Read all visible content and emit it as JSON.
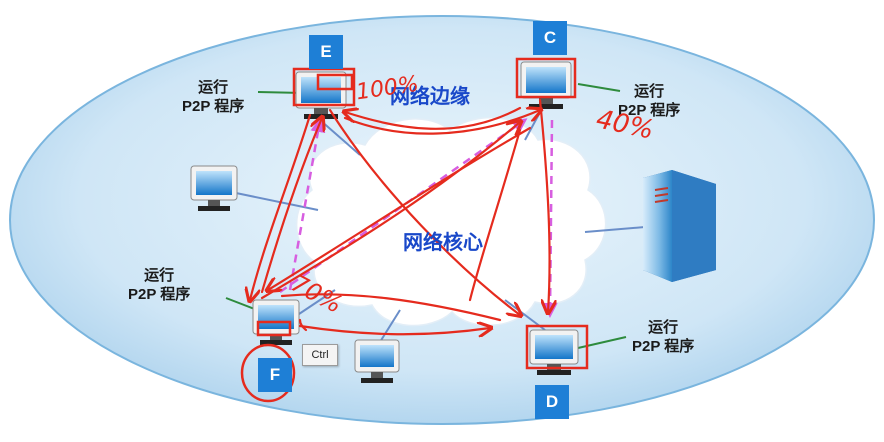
{
  "labels": {
    "run_line1": "运行",
    "run_line2": "P2P 程序",
    "edge": "网络边缘",
    "core": "网络核心"
  },
  "nodes": {
    "E": "E",
    "C": "C",
    "F": "F",
    "D": "D"
  },
  "annotations": {
    "ef_percent": "100%",
    "c_percent": "40%",
    "f_percent": "70%"
  },
  "tooltip": {
    "text": "Ctrl"
  },
  "colors": {
    "ellipse_fill": "#cfe6f6",
    "badge": "#1e7fd6",
    "handwriting": "#e52b1e",
    "dashed": "#d75ee0",
    "core_text": "#1948c9"
  }
}
